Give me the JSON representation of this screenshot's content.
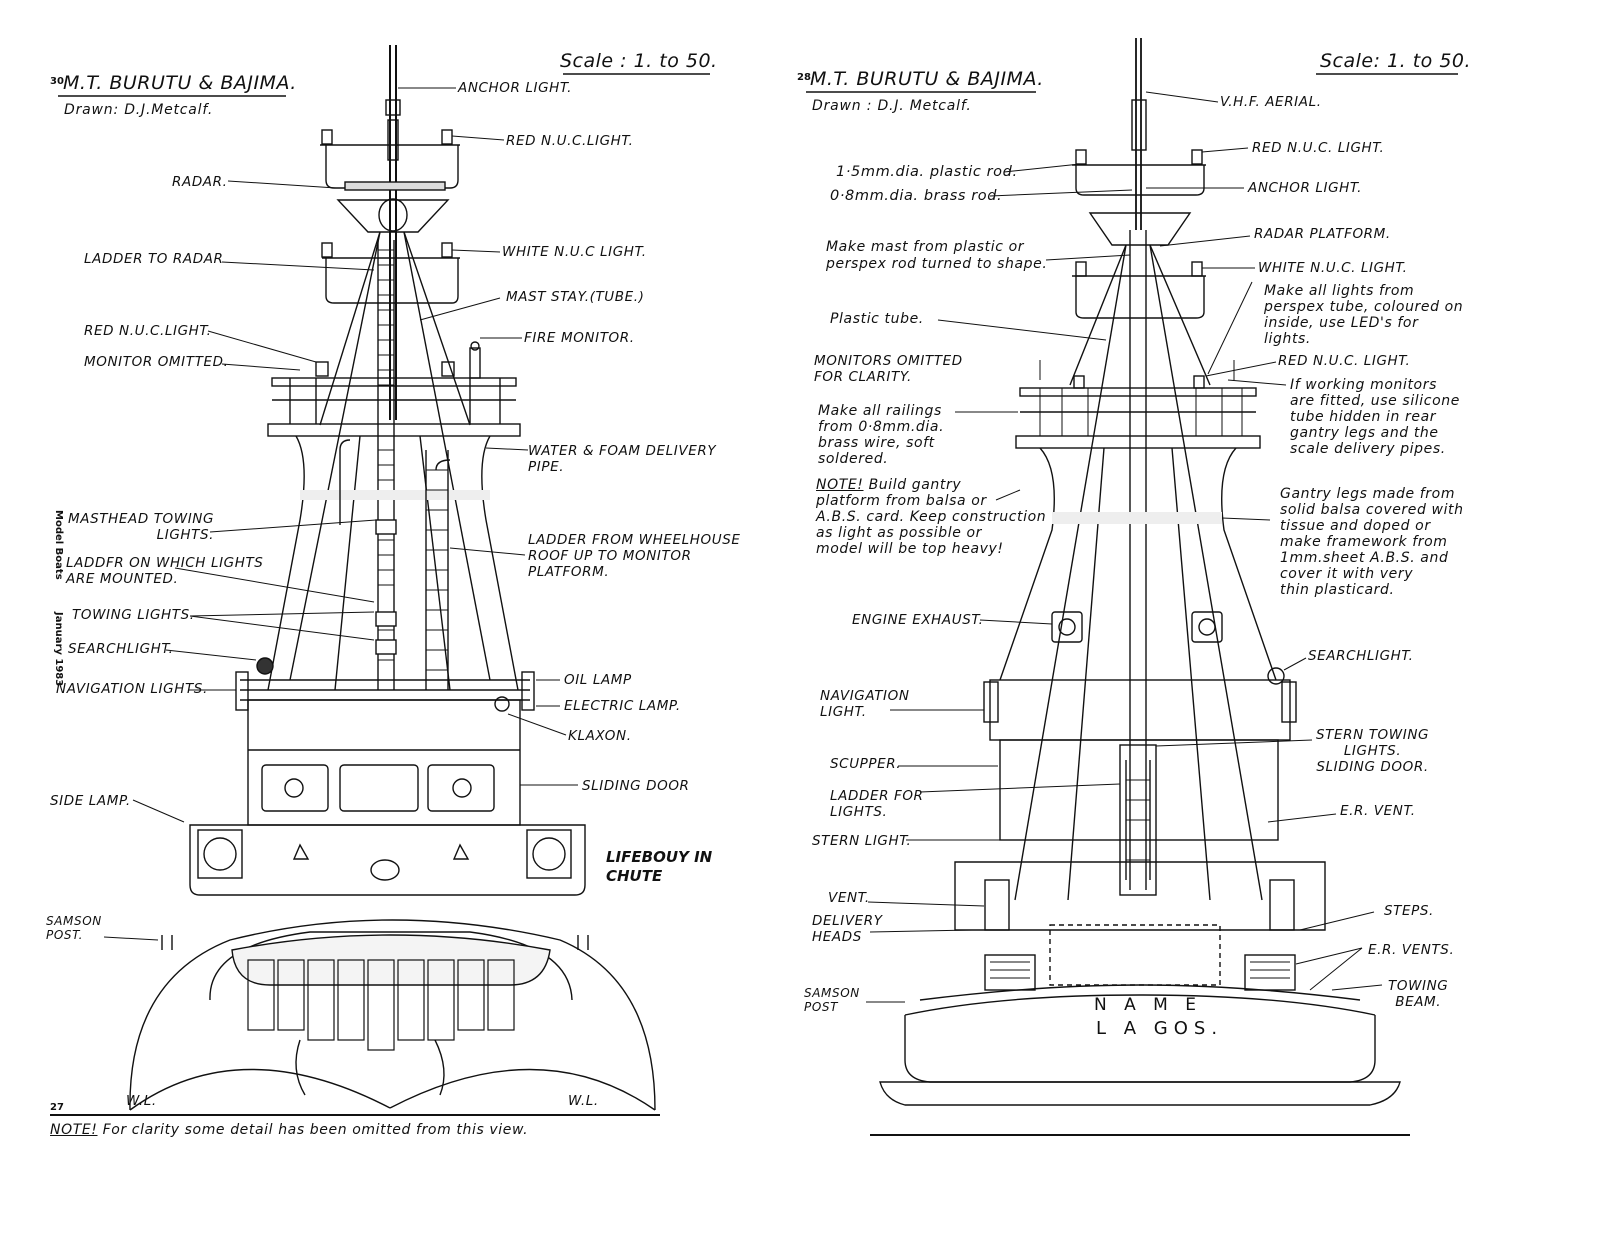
{
  "left": {
    "page_number_top": "30",
    "title": "M.T. BURUTU & BAJIMA.",
    "drawn": "Drawn: D.J.Metcalf.",
    "scale": "Scale : 1. to 50.",
    "side_text_1": "Model Boats",
    "side_text_2": "January 1983",
    "page_number_bottom": "27",
    "note_prefix": "NOTE!",
    "note": "For clarity some detail has been omitted from this view.",
    "lifebouy": "LIFEBOUY IN\nCHUTE",
    "waterline_left": "W.L.",
    "waterline_right": "W.L.",
    "labels": {
      "anchor_light": "ANCHOR LIGHT.",
      "red_nuc_top": "RED N.U.C.LIGHT.",
      "radar": "RADAR.",
      "ladder_to_radar": "LADDER TO RADAR",
      "white_nuc": "WHITE N.U.C LIGHT.",
      "mast_stay": "MAST STAY.(TUBE.)",
      "red_nuc_low": "RED N.U.C.LIGHT.",
      "fire_monitor": "FIRE MONITOR.",
      "monitor_omitted": "MONITOR OMITTED.",
      "water_foam": "WATER & FOAM DELIVERY\nPIPE.",
      "masthead_towing": "MASTHEAD TOWING\nLIGHTS.",
      "ladder_lights": "LADDFR ON WHICH LIGHTS\nARE MOUNTED.",
      "ladder_wheelhouse": "LADDER FROM WHEELHOUSE\nROOF UP TO MONITOR\nPLATFORM.",
      "towing_lights": "TOWING LIGHTS.",
      "searchlight": "SEARCHLIGHT.",
      "oil_lamp": "OIL LAMP",
      "navigation_lights": "NAVIGATION LIGHTS.",
      "electric_lamp": "ELECTRIC LAMP.",
      "klaxon": "KLAXON.",
      "sliding_door": "SLIDING DOOR",
      "side_lamp": "SIDE LAMP.",
      "samson_post": "SAMSON\nPOST."
    }
  },
  "right": {
    "page_number_top": "28",
    "title": "M.T. BURUTU & BAJIMA.",
    "drawn": "Drawn : D.J. Metcalf.",
    "scale": "Scale: 1. to 50.",
    "stern_name": "N A M E",
    "stern_port": "L A GOS.",
    "labels": {
      "vhf": "V.H.F. AERIAL.",
      "red_nuc_top": "RED N.U.C. LIGHT.",
      "plastic_rod": "1·5mm.dia. plastic rod.",
      "brass_rod": "0·8mm.dia. brass rod.",
      "anchor_light": "ANCHOR LIGHT.",
      "make_mast": "Make mast from plastic or\nperspex rod turned to shape.",
      "radar_platform": "RADAR PLATFORM.",
      "white_nuc": "WHITE N.U.C. LIGHT.",
      "make_lights": "Make all lights from\nperspex tube, coloured on\ninside, use LED's for\nlights.",
      "plastic_tube": "Plastic tube.",
      "monitors_omitted": "MONITORS OMITTED\nFOR CLARITY.",
      "red_nuc_low": "RED N.U.C. LIGHT.",
      "working_monitors": "If working monitors\nare fitted, use silicone\ntube hidden in rear\ngantry legs and the\nscale delivery pipes.",
      "make_railings": "Make all railings\nfrom 0·8mm.dia.\nbrass wire, soft\nsoldered.",
      "note_prefix": "NOTE!",
      "note_body": " Build gantry\nplatform from balsa or\nA.B.S. card. Keep construction\nas light as possible or\nmodel will be top heavy!",
      "gantry_legs": "Gantry legs made from\nsolid balsa covered with\ntissue and doped or\nmake framework from\n1mm.sheet A.B.S. and\ncover it with very\nthin plasticard.",
      "engine_exhaust": "ENGINE EXHAUST.",
      "searchlight": "SEARCHLIGHT.",
      "navigation_light": "NAVIGATION\nLIGHT.",
      "stern_towing": "STERN TOWING\nLIGHTS.\nSLIDING DOOR.",
      "scupper": "SCUPPER.",
      "ladder_for_lights": "LADDER FOR\nLIGHTS.",
      "er_vent": "E.R. VENT.",
      "stern_light": "STERN LIGHT.",
      "vent": "VENT.",
      "steps": "STEPS.",
      "delivery_heads": "DELIVERY\nHEADS",
      "er_vents": "E.R. VENTS.",
      "samson_post": "SAMSON\nPOST",
      "towing_beam": "TOWING\nBEAM."
    }
  }
}
